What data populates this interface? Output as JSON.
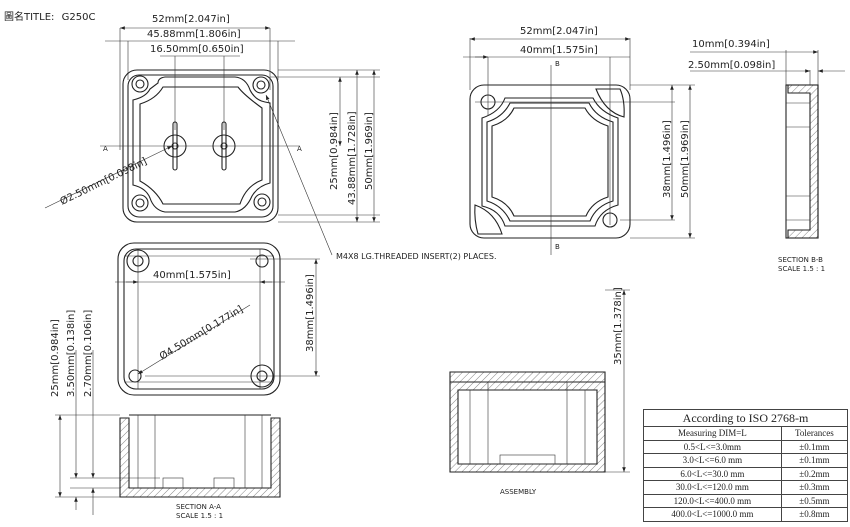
{
  "title": {
    "label": "圖名TITLE:",
    "value": "G250C"
  },
  "top_left_view": {
    "dims": [
      "52mm[2.047in]",
      "45.88mm[1.806in]",
      "16.50mm[0.650in]",
      "25mm[0.984in]",
      "43.88mm[1.728in]",
      "50mm[1.969in]"
    ],
    "hole": "Ø2.50mm[0.098in]",
    "note": "M4X8 LG.THREADED INSERT(2) PLACES.",
    "section_mark": "A"
  },
  "bottom_left_view": {
    "dims": [
      "40mm[1.575in]",
      "38mm[1.496in]"
    ],
    "hole": "Ø4.50mm[0.177in]"
  },
  "section_a": {
    "dims": [
      "25mm[0.984in]",
      "3.50mm[0.138in]",
      "2.70mm[0.106in]"
    ],
    "caption": "SECTION A-A",
    "scale": "SCALE 1.5 : 1"
  },
  "top_right_view": {
    "dims": [
      "52mm[2.047in]",
      "40mm[1.575in]",
      "38mm[1.496in]",
      "50mm[1.969in]"
    ],
    "section_mark": "B"
  },
  "section_b": {
    "dims": [
      "10mm[0.394in]",
      "2.50mm[0.098in]"
    ],
    "caption": "SECTION B-B",
    "scale": "SCALE 1.5 : 1"
  },
  "assembly": {
    "dim": "35mm[1.378in]",
    "caption": "ASSEMBLY"
  },
  "tolerance_table": {
    "title": "According to ISO 2768-m",
    "headers": [
      "Measuring  DIM=L",
      "Tolerances"
    ],
    "rows": [
      [
        "0.5<L<=3.0mm",
        "±0.1mm"
      ],
      [
        "3.0<L<=6.0 mm",
        "±0.1mm"
      ],
      [
        "6.0<L<=30.0 mm",
        "±0.2mm"
      ],
      [
        "30.0<L<=120.0 mm",
        "±0.3mm"
      ],
      [
        "120.0<L<=400.0 mm",
        "±0.5mm"
      ],
      [
        "400.0<L<=1000.0 mm",
        "±0.8mm"
      ]
    ]
  }
}
